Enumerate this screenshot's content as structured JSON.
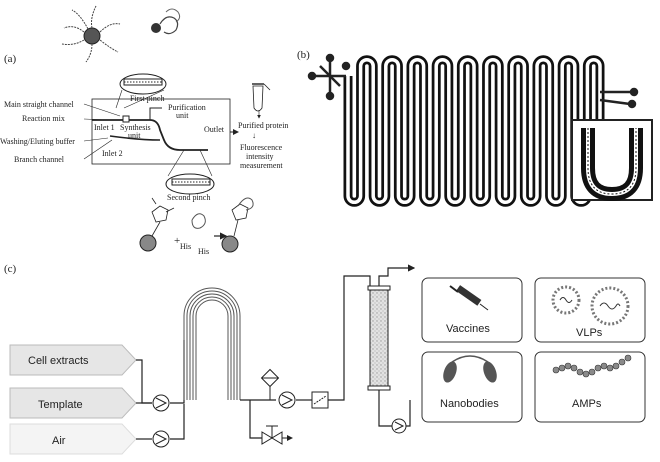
{
  "panel_a": {
    "label": "(a)",
    "first_pinch": "First pinch",
    "second_pinch": "Second pinch",
    "main_straight_channel": "Main straight channel",
    "reaction_mix": "Reaction mix",
    "washing_buffer": "Washing/Eluting buffer",
    "branch_channel": "Branch channel",
    "inlet1": "Inlet 1",
    "inlet2": "Inlet 2",
    "synthesis_unit_line1": "Synthesis",
    "synthesis_unit_line2": "unit",
    "purification_unit_line1": "Purification",
    "purification_unit_line2": "unit",
    "outlet": "Outlet",
    "purified_protein": "Purified protein",
    "arrow_down": "↓",
    "fluorescence_line1": "Fluorescence",
    "fluorescence_line2": "intensity",
    "fluorescence_line3": "measurement",
    "his1": "His",
    "his2": "His",
    "plus": "+"
  },
  "panel_b": {
    "label": "(b)"
  },
  "panel_c": {
    "label": "(c)",
    "inputs": [
      "Cell extracts",
      "Template",
      "Air"
    ],
    "products": [
      "Vaccines",
      "VLPs",
      "Nanobodies",
      "AMPs"
    ]
  },
  "colors": {
    "ink": "#222222",
    "input_fill": "#e6e6e6",
    "column_fill": "#d9d9d9",
    "nanobody": "#555555",
    "amp_bead": "#8a8a8a"
  }
}
